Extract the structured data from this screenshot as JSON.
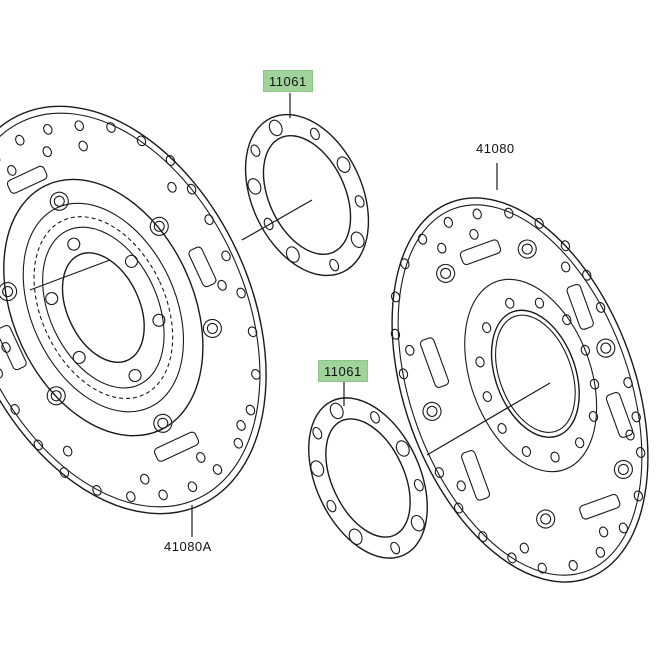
{
  "diagram": {
    "type": "exploded parts diagram",
    "background": "#ffffff",
    "label_highlight_color": "#9fd39a",
    "parts": [
      {
        "id": "shim-upper",
        "label": "11061",
        "highlighted": true
      },
      {
        "id": "disc-right",
        "label": "41080",
        "highlighted": false
      },
      {
        "id": "shim-lower",
        "label": "11061",
        "highlighted": true
      },
      {
        "id": "disc-left",
        "label": "41080A",
        "highlighted": false
      }
    ]
  }
}
